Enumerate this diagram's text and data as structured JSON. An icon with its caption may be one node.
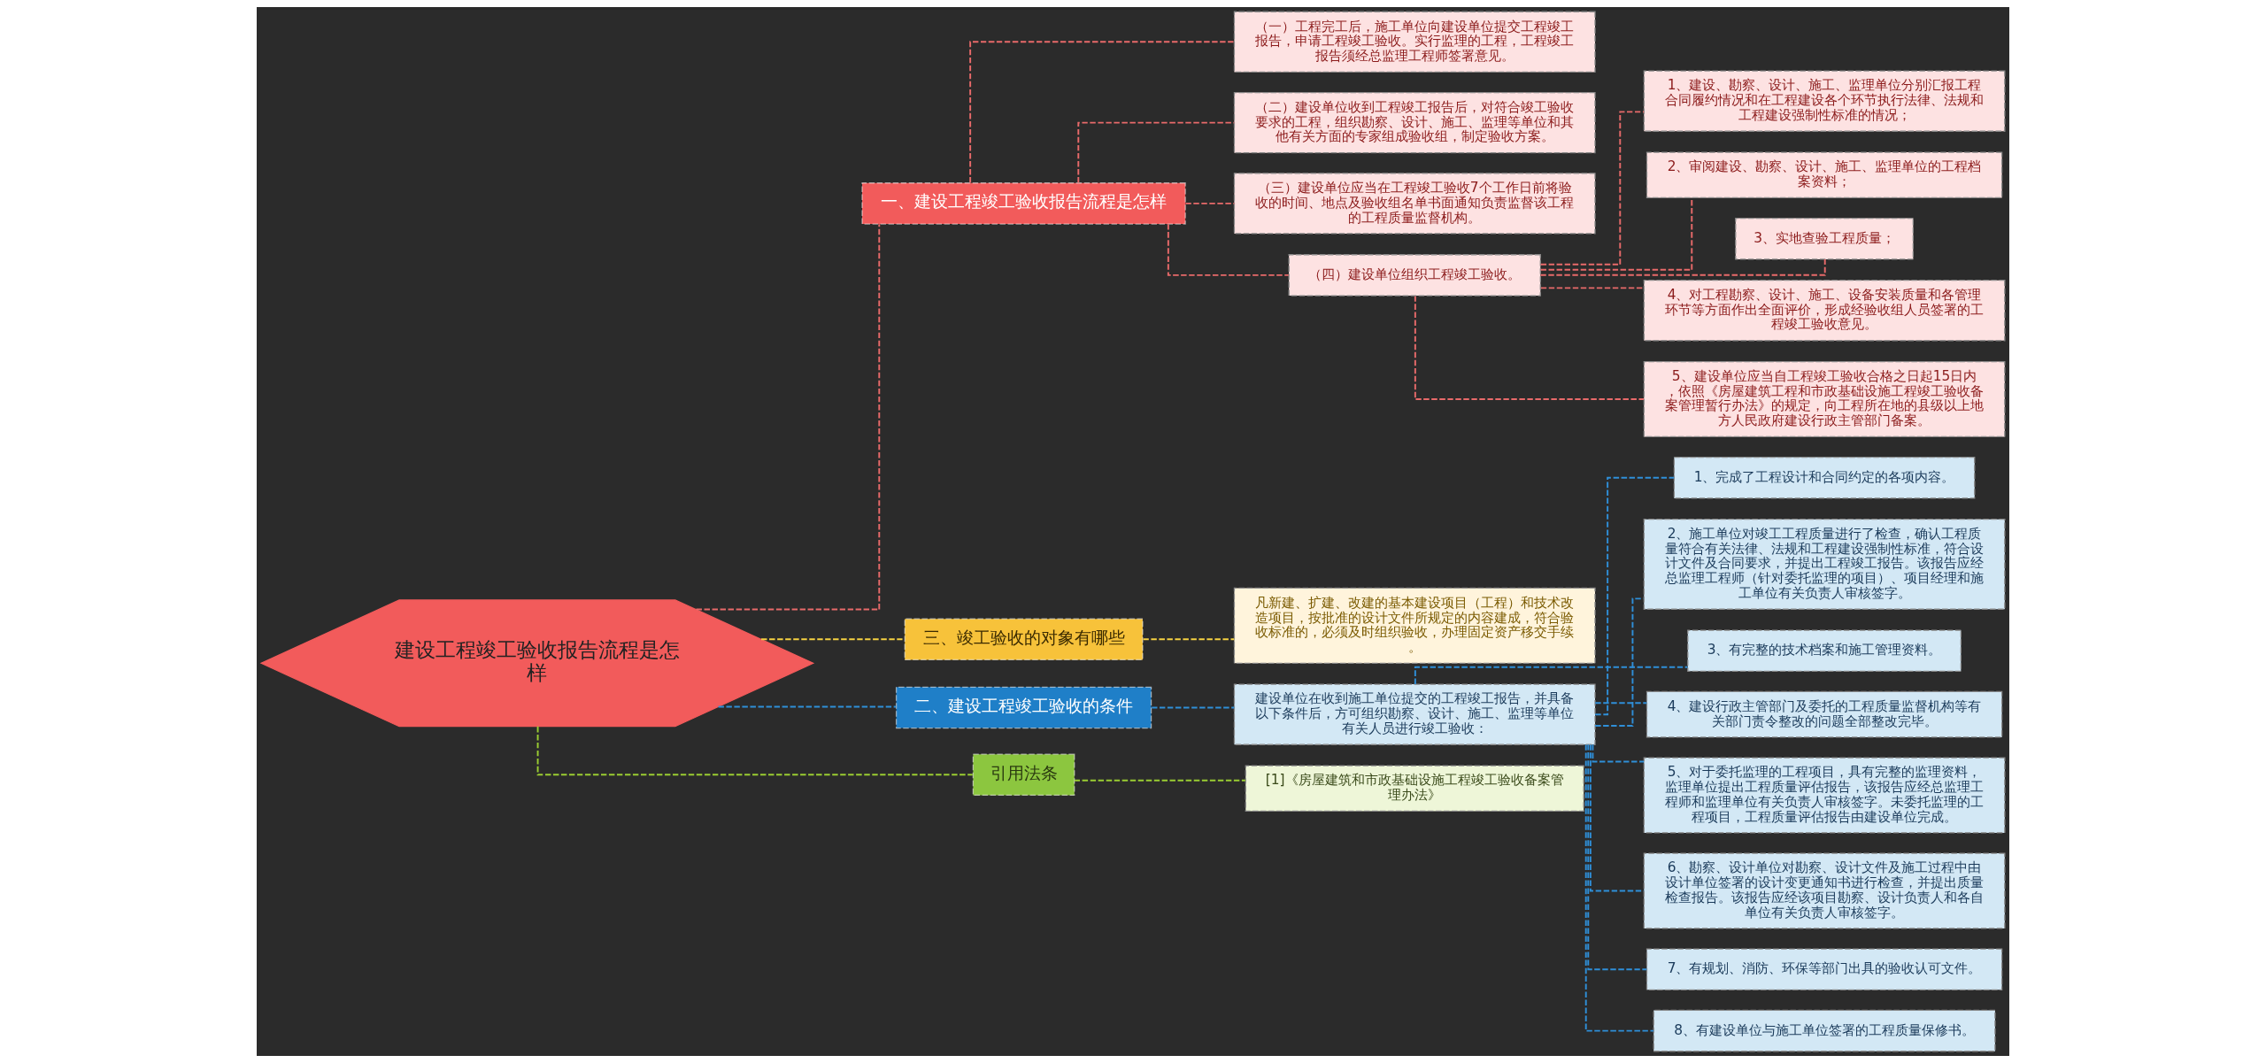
{
  "diagram": {
    "nodes": [
      {
        "text": [
          "建设工程竣工验收报告流程是怎样"
        ]
      },
      {
        "text": [
          "一、建设工程竣工验收报告流程是怎样"
        ]
      },
      {
        "text": [
          "（一）工程完工后，施工单位向建设单位提交工程竣工报告，申请工程竣工验收。实行监理的工程，工程竣工报告须经总监理工程师签署意见。"
        ]
      },
      {
        "text": [
          "（二）建设单位收到工程竣工报告后，对符合竣工验收要求的工程，组织勘察、设计、施工、监理等单位和其他有关方面的专家组成验收组，制定验收方案。"
        ]
      },
      {
        "text": [
          "（三）建设单位应当在工程竣工验收7个工作日前将验收的时间、地点及验收组名单书面通知负责监督该工程的工程质量监督机构。"
        ]
      },
      {
        "text": [
          "（四）建设单位组织工程竣工验收。"
        ]
      },
      {
        "text": [
          "1、建设、勘察、设计、施工、监理单位分别汇报工程合同履约情况和在工程建设各个环节执行法律、法规和工程建设强制性标准的情况；"
        ]
      },
      {
        "text": [
          "2、审阅建设、勘察、设计、施工、监理单位的工程档案资料；"
        ]
      },
      {
        "text": [
          "3、实地查验工程质量；"
        ]
      },
      {
        "text": [
          "4、对工程勘察、设计、施工、设备安装质量和各管理环节等方面作出全面评价，形成经验收组人员签署的工程竣工验收意见。"
        ]
      },
      {
        "text": [
          "5、建设单位应当自工程竣工验收合格之日起15日内，依照《房屋建筑工程和市政基础设施工程竣工验收备案管理暂行办法》的规定，向工程所在地的县级以上地方人民政府建设行政主管部门备案。"
        ]
      },
      {
        "text": [
          "三、竣工验收的对象有哪些"
        ]
      },
      {
        "text": [
          "凡新建、扩建、改建的基本建设项目（工程）和技术改造项目，按批准的设计文件所规定的内容建成，符合验收标准的，必须及时组织验收，办理固定资产移交手续。"
        ]
      },
      {
        "text": [
          "二、建设工程竣工验收的条件"
        ]
      },
      {
        "text": [
          "建设单位在收到施工单位提交的工程竣工报告，并具备以下条件后，方可组织勘察、设计、施工、监理等单位有关人员进行竣工验收："
        ]
      },
      {
        "text": [
          "1、完成了工程设计和合同约定的各项内容。"
        ]
      },
      {
        "text": [
          "2、施工单位对竣工工程质量进行了检查，确认工程质量符合有关法律、法规和工程建设强制性标准，符合设计文件及合同要求，并提出工程竣工报告。该报告应经总监理工程师（针对委托监理的项目）、项目经理和施工单位有关负责人审核签字。"
        ]
      },
      {
        "text": [
          "3、有完整的技术档案和施工管理资料。"
        ]
      },
      {
        "text": [
          "4、建设行政主管部门及委托的工程质量监督机构等有关部门责令整改的问题全部整改完毕。"
        ]
      },
      {
        "text": [
          "5、对于委托监理的工程项目，具有完整的监理资料，监理单位提出工程质量评估报告，该报告应经总监理工程师和监理单位有关负责人审核签字。未委托监理的工程项目，工程质量评估报告由建设单位完成。"
        ]
      },
      {
        "text": [
          "6、勘察、设计单位对勘察、设计文件及施工过程中由设计单位签署的设计变更通知书进行检查，并提出质量检查报告。该报告应经该项目勘察、设计负责人和各自单位有关负责人审核签字。"
        ]
      },
      {
        "text": [
          "7、有规划、消防、环保等部门出具的验收认可文件。"
        ]
      },
      {
        "text": [
          "8、有建设单位与施工单位签署的工程质量保修书。"
        ]
      },
      {
        "text": [
          "引用法条"
        ]
      },
      {
        "text": [
          "[1]《房屋建筑和市政基础设施工程竣工验收备案管理办法》"
        ]
      }
    ],
    "edges": [
      {
        "from": 0,
        "to": 1,
        "arrow": "none",
        "style": "dashed"
      },
      {
        "from": 1,
        "to": 2,
        "arrow": "none",
        "style": "dashed"
      },
      {
        "from": 1,
        "to": 3,
        "arrow": "none",
        "style": "dashed"
      },
      {
        "from": 1,
        "to": 4,
        "arrow": "none",
        "style": "dashed"
      },
      {
        "from": 1,
        "to": 5,
        "arrow": "none",
        "style": "dashed"
      },
      {
        "from": 5,
        "to": 6,
        "arrow": "none",
        "style": "dashed"
      },
      {
        "from": 5,
        "to": 7,
        "arrow": "none",
        "style": "dashed"
      },
      {
        "from": 5,
        "to": 8,
        "arrow": "none",
        "style": "dashed"
      },
      {
        "from": 5,
        "to": 9,
        "arrow": "none",
        "style": "dashed"
      },
      {
        "from": 5,
        "to": 10,
        "arrow": "none",
        "style": "dashed"
      },
      {
        "from": 0,
        "to": 11,
        "arrow": "none",
        "style": "dashed",
        "color": "#f5d142"
      },
      {
        "from": 11,
        "to": 12,
        "arrow": "none",
        "style": "dashed",
        "color": "#f5d142"
      },
      {
        "from": 0,
        "to": 13,
        "arrow": "none",
        "style": "dashed",
        "color": "#2f8fd8"
      },
      {
        "from": 13,
        "to": 14,
        "arrow": "none",
        "style": "dashed",
        "color": "#2f8fd8"
      },
      {
        "from": 14,
        "to": 15,
        "arrow": "none",
        "style": "dashed",
        "color": "#2f8fd8"
      },
      {
        "from": 14,
        "to": 16,
        "arrow": "none",
        "style": "dashed",
        "color": "#2f8fd8"
      },
      {
        "from": 14,
        "to": 17,
        "arrow": "none",
        "style": "dashed",
        "color": "#2f8fd8"
      },
      {
        "from": 14,
        "to": 18,
        "arrow": "none",
        "style": "dashed",
        "color": "#2f8fd8"
      },
      {
        "from": 14,
        "to": 19,
        "arrow": "none",
        "style": "dashed",
        "color": "#2f8fd8"
      },
      {
        "from": 14,
        "to": 20,
        "arrow": "none",
        "style": "dashed",
        "color": "#2f8fd8"
      },
      {
        "from": 14,
        "to": 21,
        "arrow": "none",
        "style": "dashed",
        "color": "#2f8fd8"
      },
      {
        "from": 14,
        "to": 22,
        "arrow": "none",
        "style": "dashed",
        "color": "#2f8fd8"
      },
      {
        "from": 0,
        "to": 23,
        "arrow": "none",
        "style": "dashed",
        "color": "#9acd32"
      },
      {
        "from": 23,
        "to": 24,
        "arrow": "none",
        "style": "dashed",
        "color": "#9acd32"
      }
    ]
  }
}
